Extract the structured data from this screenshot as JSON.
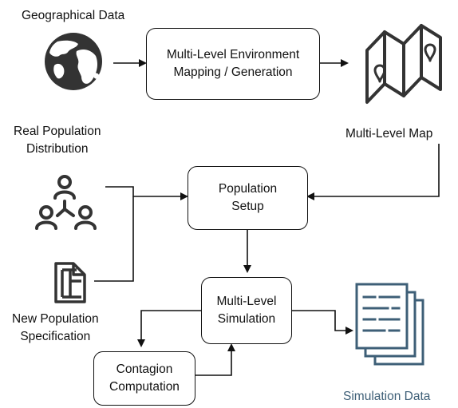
{
  "inputs": {
    "geographical_data": "Geographical Data",
    "real_population_line1": "Real Population",
    "real_population_line2": "Distribution",
    "new_population_line1": "New Population",
    "new_population_line2": "Specification"
  },
  "boxes": {
    "env_mapping_line1": "Multi-Level Environment",
    "env_mapping_line2": "Mapping / Generation",
    "population_setup_line1": "Population",
    "population_setup_line2": "Setup",
    "simulation_line1": "Multi-Level",
    "simulation_line2": "Simulation",
    "contagion_line1": "Contagion",
    "contagion_line2": "Computation"
  },
  "outputs": {
    "multi_level_map": "Multi-Level Map",
    "simulation_data": "Simulation Data"
  },
  "colors": {
    "line": "#111111",
    "icon_dark": "#333333",
    "output_accent": "#3e5f77"
  },
  "icons": [
    "globe-icon",
    "map-icon",
    "people-network-icon",
    "document-icon",
    "report-documents-icon"
  ]
}
